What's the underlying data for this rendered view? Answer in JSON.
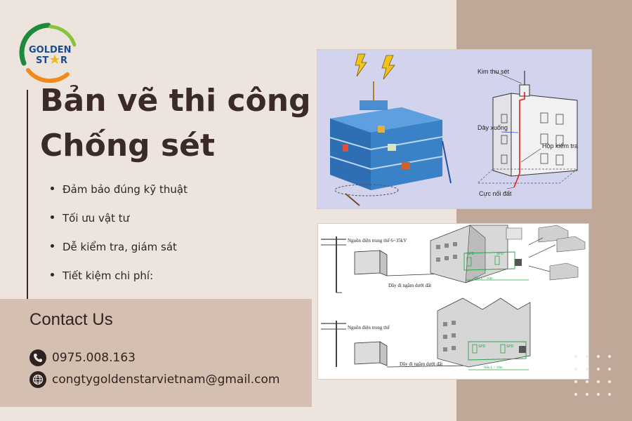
{
  "logo": {
    "line1": "GOLDEN",
    "line2": "ST",
    "line3": "R"
  },
  "title": {
    "line1": "Bản vẽ thi công",
    "line2": "Chống sét"
  },
  "bullets": [
    "Đảm bảo đúng kỹ thuật",
    "Tối ưu vật tư",
    "Dễ kiểm tra, giám sát",
    "Tiết kiệm chi phí:"
  ],
  "contact": {
    "title": "Contact Us",
    "phone": "0975.008.163",
    "email": "congtygoldenstarvietnam@gmail.com"
  },
  "diagram1": {
    "label_rod": "Kim thu sét",
    "label_down": "Dây xuống",
    "label_box": "Hộp kiểm tra",
    "label_ground": "Cực nối đất"
  },
  "diagram2": {
    "top_source": "Nguồn điện trung thế 6÷35kV",
    "top_cable": "Dây đi ngầm dưới đất",
    "top_dist": "Nếu L > 10m",
    "bottom_source": "Nguồn điện trung thế",
    "bottom_cable": "Dây đi ngầm dưới đất",
    "bottom_dist": "Nếu L > 10m",
    "spd": "SPD"
  },
  "colors": {
    "accent_dark": "#3b2a25",
    "panel": "#c0a898",
    "contact_bg": "#d4bfb1",
    "logo_green": "#1e8a3c",
    "logo_orange": "#f08a1c",
    "logo_blue": "#1a4d8f"
  },
  "icons": {
    "phone": "phone-icon",
    "email": "globe-icon"
  }
}
